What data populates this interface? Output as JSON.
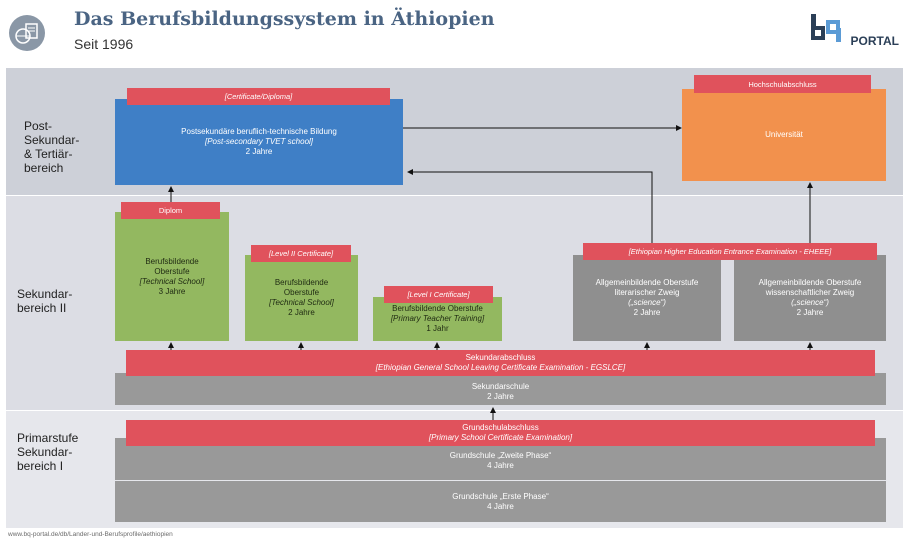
{
  "header": {
    "title": "Das Berufsbildungssystem in Äthiopien",
    "subtitle": "Seit 1996",
    "brand": "PORTAL"
  },
  "bands": [
    {
      "label": "Post-\nSekundar-\n& Tertiär-\nbereich"
    },
    {
      "label": "Sekundar-\nbereich II"
    },
    {
      "label": "Primarstufe\nSekundar-\nbereich I"
    }
  ],
  "boxes": {
    "tvet": {
      "header": "[Certificate/Diploma]",
      "line1": "Postsekundäre beruflich-technische Bildung",
      "line2": "[Post-secondary TVET school]",
      "line3": "2 Jahre"
    },
    "uni": {
      "header": "Hochschulabschluss",
      "line1": "Universität"
    },
    "tech3": {
      "header": "Diplom",
      "line1": "Berufsbildende",
      "line2": "Oberstufe",
      "line3": "[Technical School]",
      "line4": "3 Jahre"
    },
    "tech2": {
      "header": "[Level II Certificate]",
      "line1": "Berufsbildende",
      "line2": "Oberstufe",
      "line3": "[Technical School]",
      "line4": "2 Jahre"
    },
    "teacher": {
      "header": "[Level I Certificate]",
      "line1": "Berufsbildende Oberstufe",
      "line2": "[Primary Teacher Training]",
      "line3": "1 Jahr"
    },
    "eheee": {
      "header": "[Ethiopian Higher Education Entrance Examination - EHEEE]"
    },
    "lit": {
      "line1": "Allgemeinbildende Oberstufe",
      "line2": "literarischer Zweig",
      "line3": "(„science“)",
      "line4": "2 Jahre"
    },
    "sci": {
      "line1": "Allgemeinbildende Oberstufe",
      "line2": "wissenschaftlicher Zweig",
      "line3": "(„science“)",
      "line4": "2 Jahre"
    },
    "sek_abschluss": {
      "line1": "Sekundarabschluss",
      "line2": "[Ethiopian General School Leaving Certificate Examination - EGSLCE]"
    },
    "sek_schule": {
      "line1": "Sekundarschule",
      "line2": "2 Jahre"
    },
    "grund_abschluss": {
      "line1": "Grundschulabschluss",
      "line2": "[Primary School Certificate Examination]"
    },
    "grund2": {
      "line1": "Grundschule „Zweite Phase“",
      "line2": "4 Jahre"
    },
    "grund1": {
      "line1": "Grundschule „Erste Phase“",
      "line2": "4 Jahre"
    }
  },
  "footer": "www.bq-portal.de/db/Lander-und-Berufsprofile/aethiopien",
  "colors": {
    "blue": "#3f7fc6",
    "orange": "#f2914d",
    "green": "#93b860",
    "gray": "#8f8f8f",
    "red": "#e0525c",
    "title": "#4a6483"
  }
}
